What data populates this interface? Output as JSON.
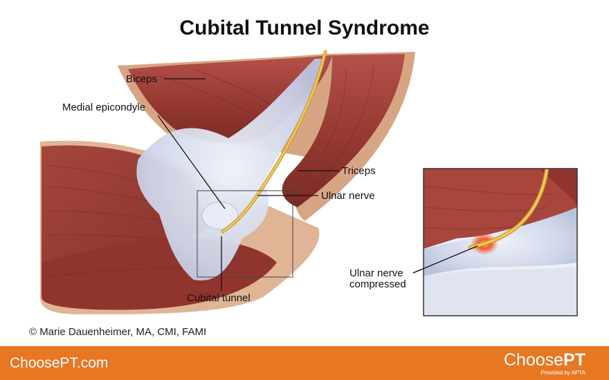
{
  "title": "Cubital Tunnel Syndrome",
  "labels": {
    "biceps": "Biceps",
    "medial_epicondyle": "Medial epicondyle",
    "triceps": "Triceps",
    "ulnar_nerve": "Ulnar nerve",
    "cubital_tunnel": "Cubital tunnel",
    "compressed_line1": "Ulnar nerve",
    "compressed_line2": "compressed"
  },
  "credit": "© Marie Dauenheimer, MA, CMI, FAMI",
  "footer": {
    "site": "ChoosePT.com",
    "logo_light": "Choose",
    "logo_bold": "PT",
    "logo_tagline": "Provided by APTA"
  },
  "colors": {
    "footer": "#e87722",
    "muscle": "#a2433a",
    "muscle_dark": "#7c2a24",
    "tendon": "#d6dced",
    "nerve": "#e0b53e",
    "skin": "#d7a383",
    "inflammation": "#e8572e"
  }
}
